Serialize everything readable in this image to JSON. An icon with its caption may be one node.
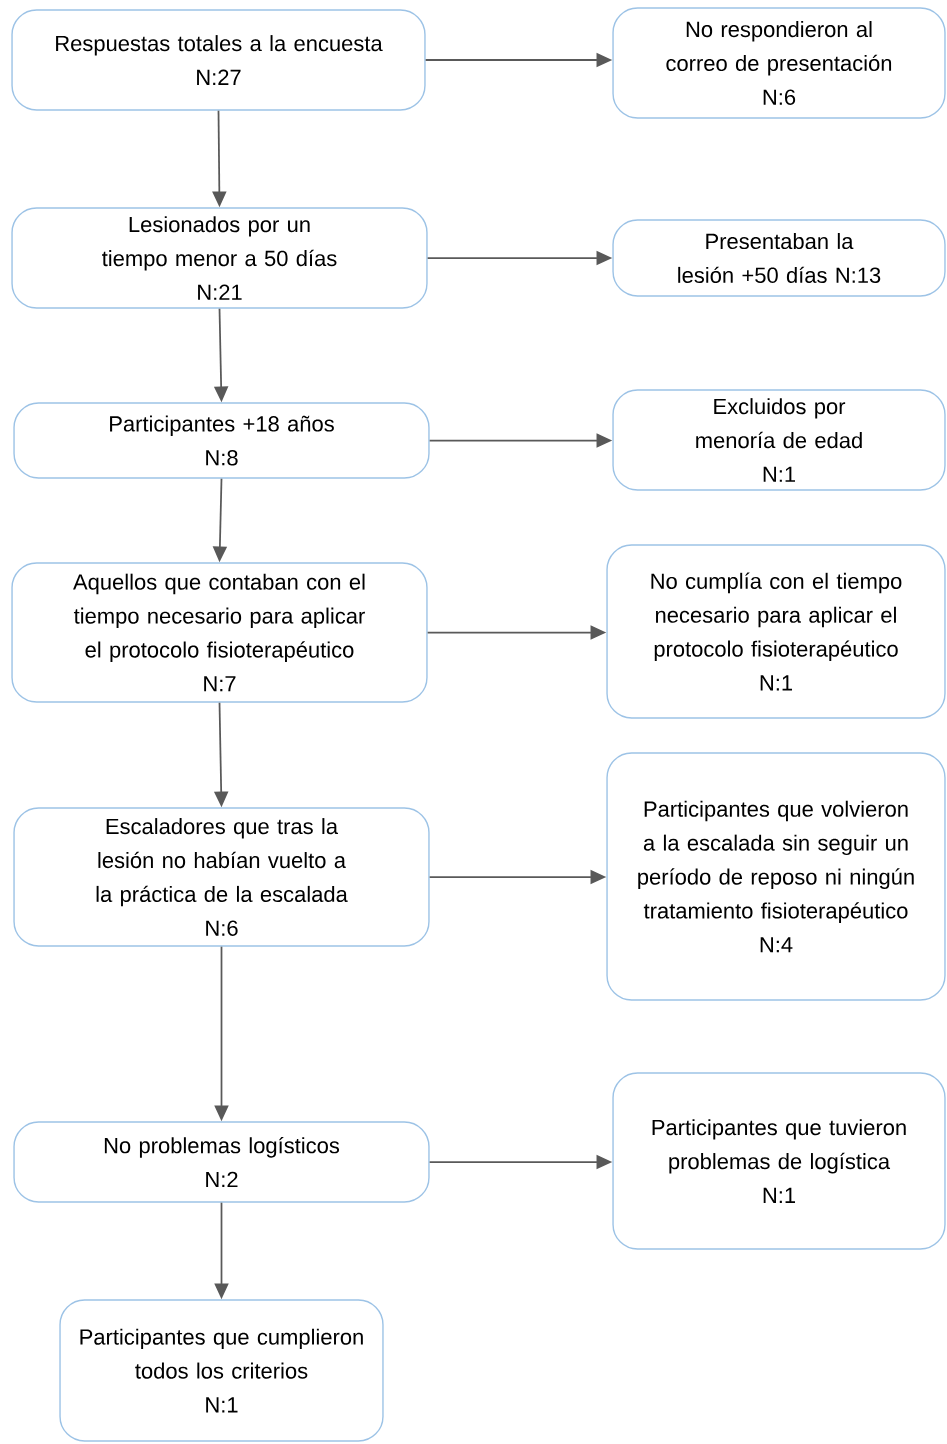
{
  "diagram": {
    "nodes": [
      {
        "text": [
          "Respuestas totales a la encuesta",
          "N:27"
        ]
      },
      {
        "text": [
          "No respondieron al correo de presentación",
          "N:6"
        ]
      },
      {
        "text": [
          "Lesionados por un tiempo menor a 50 días",
          "N:21"
        ]
      },
      {
        "text": [
          "Presentaban la lesión +50 días N:13"
        ]
      },
      {
        "text": [
          "Participantes +18 años",
          "N:8"
        ]
      },
      {
        "text": [
          "Excluidos por menoría de edad",
          "N:1"
        ]
      },
      {
        "text": [
          "Aquellos que contaban con el tiempo necesario para aplicar el protocolo fisioterapéutico",
          "N:7"
        ]
      },
      {
        "text": [
          "No cumplía con el tiempo necesario para aplicar el protocolo fisioterapéutico",
          "N:1"
        ]
      },
      {
        "text": [
          "Escaladores que tras la lesión no habían vuelto a la práctica de la escalada",
          "N:6"
        ]
      },
      {
        "text": [
          "Participantes que volvieron a la escalada sin seguir un período de reposo ni ningún tratamiento fisioterapéutico",
          "N:4"
        ]
      },
      {
        "text": [
          "No problemas logísticos",
          "N:2"
        ]
      },
      {
        "text": [
          "Participantes que tuvieron problemas de logística",
          "N:1"
        ]
      },
      {
        "text": [
          "Participantes que cumplieron todos los criterios",
          "N:1"
        ]
      }
    ],
    "edges": [
      {
        "from": 0,
        "to": 1,
        "arrow": "to"
      },
      {
        "from": 0,
        "to": 2,
        "arrow": "to"
      },
      {
        "from": 2,
        "to": 3,
        "arrow": "to"
      },
      {
        "from": 2,
        "to": 4,
        "arrow": "to"
      },
      {
        "from": 4,
        "to": 5,
        "arrow": "to"
      },
      {
        "from": 4,
        "to": 6,
        "arrow": "to"
      },
      {
        "from": 6,
        "to": 7,
        "arrow": "to"
      },
      {
        "from": 6,
        "to": 8,
        "arrow": "to"
      },
      {
        "from": 8,
        "to": 9,
        "arrow": "to"
      },
      {
        "from": 8,
        "to": 10,
        "arrow": "to"
      },
      {
        "from": 10,
        "to": 11,
        "arrow": "to"
      },
      {
        "from": 10,
        "to": 12,
        "arrow": "to"
      }
    ]
  }
}
